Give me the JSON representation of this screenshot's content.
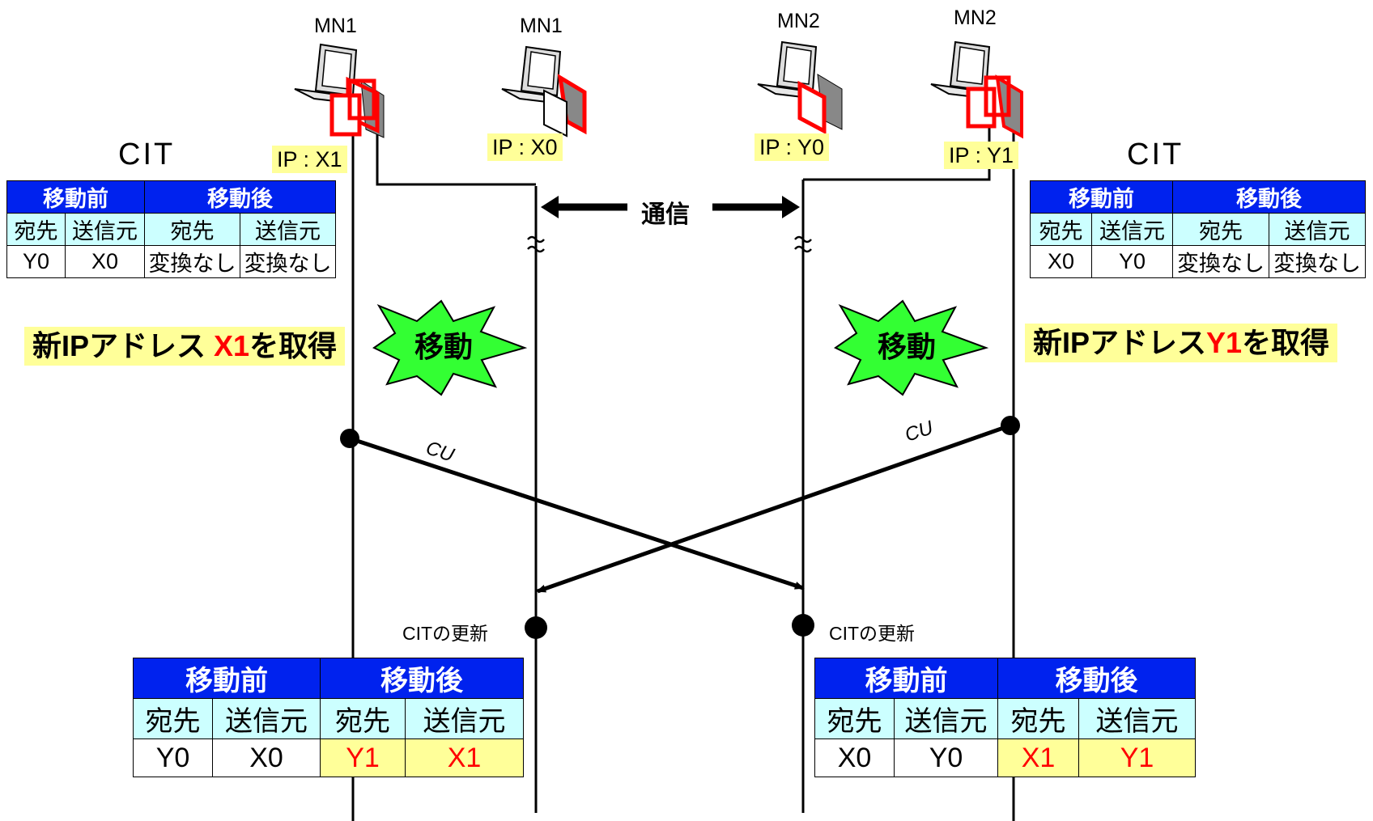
{
  "nodes": [
    {
      "label": "MN1",
      "ip": "IP : X1"
    },
    {
      "label": "MN1",
      "ip": "IP : X0"
    },
    {
      "label": "MN2",
      "ip": "IP : Y0"
    },
    {
      "label": "MN2",
      "ip": "IP : Y1"
    }
  ],
  "cit_heading": "CIT",
  "communication": "通信",
  "move_label": "移動",
  "new_ip_left": {
    "prefix": "新IPアドレス ",
    "addr": "X1",
    "suffix": "を取得"
  },
  "new_ip_right": {
    "prefix": "新IPアドレス",
    "addr": "Y1",
    "suffix": "を取得"
  },
  "cu_label": "CU",
  "cit_update": "CITの更新",
  "table_headers": {
    "before": "移動前",
    "after": "移動後",
    "dest": "宛先",
    "src": "送信元"
  },
  "tables": {
    "top_left": {
      "dest_before": "Y0",
      "src_before": "X0",
      "dest_after": "変換なし",
      "src_after": "変換なし"
    },
    "top_right": {
      "dest_before": "X0",
      "src_before": "Y0",
      "dest_after": "変換なし",
      "src_after": "変換なし"
    },
    "bottom_left": {
      "dest_before": "Y0",
      "src_before": "X0",
      "dest_after": "Y1",
      "src_after": "X1"
    },
    "bottom_right": {
      "dest_before": "X0",
      "src_before": "Y0",
      "dest_after": "X1",
      "src_after": "Y1"
    }
  },
  "colors": {
    "highlight": "#ffff99",
    "header_blue": "#0022ee",
    "subheader": "#ccffff",
    "star": "#33ff33",
    "changed_text": "#ff0000"
  }
}
